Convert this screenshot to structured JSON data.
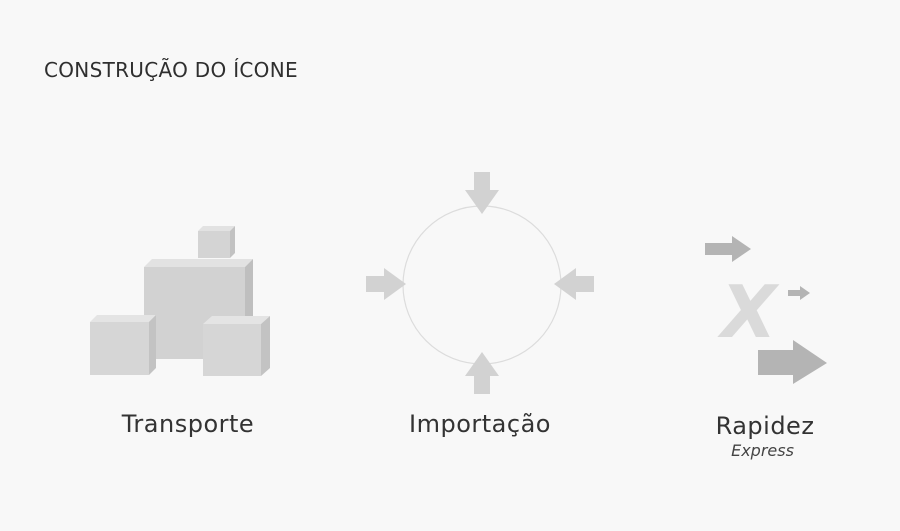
{
  "header": {
    "title": "CONSTRUÇÃO DO ÍCONE"
  },
  "icons": [
    {
      "id": "transporte",
      "label": "Transporte",
      "icon": "stacked-boxes-icon"
    },
    {
      "id": "importacao",
      "label": "Importação",
      "icon": "circle-inward-arrows-icon"
    },
    {
      "id": "rapidez",
      "label": "Rapidez",
      "sublabel": "Express",
      "icon": "speed-x-arrows-icon",
      "glyph_text": "X"
    }
  ],
  "colors": {
    "background": "#f8f8f8",
    "icon_light": "#d8d8d8",
    "icon_mid": "#c9c9c9",
    "icon_dark": "#bdbdbd",
    "arrow_gray": "#a9a9a9",
    "circle_stroke": "#dcdcdc",
    "text": "#333333"
  }
}
